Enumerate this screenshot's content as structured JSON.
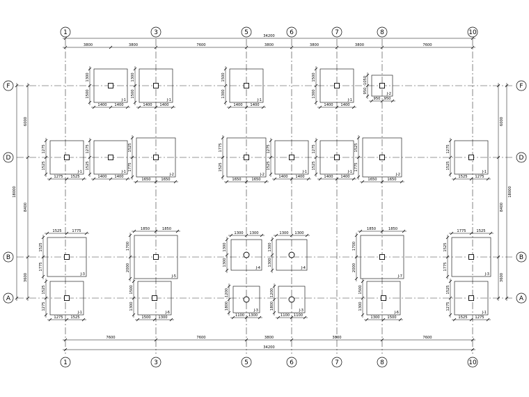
{
  "axes": {
    "columns": [
      "1",
      "3",
      "5",
      "6",
      "7",
      "8",
      "10"
    ],
    "rows": [
      "F",
      "D",
      "B",
      "A"
    ]
  },
  "dimensions": {
    "top_total": "34200",
    "top_segments": [
      "3800",
      "3800",
      "7600",
      "3800",
      "3800",
      "3800",
      "7600"
    ],
    "bottom_total": "34200",
    "bottom_segments": [
      "7600",
      "7600",
      "3800",
      "3800",
      "7600"
    ],
    "left_outer": "18000",
    "left_segments": [
      "6000",
      "8400",
      "3600"
    ],
    "right_outer": "18000",
    "right_segments": [
      "6000",
      "8400",
      "3600"
    ]
  },
  "footings": [
    {
      "id": "f1",
      "label": "J-1",
      "dims_bottom": [
        "1400",
        "1400"
      ],
      "dims_side": [
        "1300",
        "1500"
      ],
      "col": "square"
    },
    {
      "id": "f2",
      "label": "J-1",
      "dims_bottom": [
        "1400",
        "1400"
      ],
      "dims_side": [
        "1300",
        "1500"
      ],
      "col": "square"
    },
    {
      "id": "f3",
      "label": "J-1",
      "dims_bottom": [
        "1400",
        "1400"
      ],
      "dims_side": [
        "1500",
        "1300"
      ],
      "col": "square"
    },
    {
      "id": "f4",
      "label": "J-1",
      "dims_bottom": [
        "1400",
        "1400"
      ],
      "dims_side": [
        "1500",
        "1300"
      ],
      "col": "square"
    },
    {
      "id": "f5",
      "label": "J-2",
      "dims_bottom": [
        "950",
        "950"
      ],
      "dims_side": [
        "1050",
        "950"
      ],
      "col": "square"
    },
    {
      "id": "d1",
      "label": "J-1",
      "dims_bottom": [
        "1275",
        "1525"
      ],
      "dims_side": [
        "1275",
        "1525"
      ],
      "col": "square"
    },
    {
      "id": "d2",
      "label": "J-1",
      "dims_bottom": [
        "1400",
        "1400"
      ],
      "dims_side": [
        "1275",
        "1525"
      ],
      "col": "square"
    },
    {
      "id": "d3",
      "label": "J-2",
      "dims_bottom": [
        "1650",
        "1650"
      ],
      "dims_side": [
        "1525",
        "1775"
      ],
      "col": "square"
    },
    {
      "id": "d4",
      "label": "J-2",
      "dims_bottom": [
        "1650",
        "1650"
      ],
      "dims_side": [
        "1775",
        "1525"
      ],
      "col": "square"
    },
    {
      "id": "d5",
      "label": "J-1",
      "dims_bottom": [
        "1400",
        "1400"
      ],
      "dims_side": [
        "1275",
        "1525"
      ],
      "col": "square"
    },
    {
      "id": "d6",
      "label": "J-1",
      "dims_bottom": [
        "1400",
        "1400"
      ],
      "dims_side": [
        "1275",
        "1525"
      ],
      "col": "square"
    },
    {
      "id": "d7",
      "label": "J-2",
      "dims_bottom": [
        "1650",
        "1650"
      ],
      "dims_side": [
        "1525",
        "1775"
      ],
      "col": "square"
    },
    {
      "id": "d8",
      "label": "J-1",
      "dims_bottom": [
        "1525",
        "1275"
      ],
      "dims_side": [
        "1275",
        "1525"
      ],
      "col": "square"
    },
    {
      "id": "b1",
      "label": "J-3",
      "dims_top": [
        "1525",
        "1775"
      ],
      "dims_side": [
        "1525",
        "1775"
      ],
      "col": "square"
    },
    {
      "id": "b2",
      "label": "J-5",
      "dims_top": [
        "1850",
        "1850"
      ],
      "dims_side": [
        "1700",
        "2000"
      ],
      "col": "square"
    },
    {
      "id": "b3",
      "label": "J-4",
      "dims_top": [
        "1300",
        "1300"
      ],
      "dims_side": [
        "1300",
        "1300"
      ],
      "col": "circle"
    },
    {
      "id": "b4",
      "label": "J-4",
      "dims_top": [
        "1300",
        "1300"
      ],
      "dims_side": [
        "1300",
        "1300"
      ],
      "col": "circle"
    },
    {
      "id": "b5",
      "label": "J-7",
      "dims_top": [
        "1850",
        "1850"
      ],
      "dims_side": [
        "1700",
        "2000"
      ],
      "col": "square"
    },
    {
      "id": "b6",
      "label": "J-3",
      "dims_top": [
        "1775",
        "1525"
      ],
      "dims_side": [
        "1525",
        "1775"
      ],
      "col": "square"
    },
    {
      "id": "a1",
      "label": "J-1",
      "dims_bottom": [
        "1275",
        "1525"
      ],
      "dims_side": [
        "1525",
        "1275"
      ],
      "col": "square"
    },
    {
      "id": "a2",
      "label": "J-6",
      "dims_bottom": [
        "1500",
        "1300"
      ],
      "dims_side": [
        "1500",
        "1300"
      ],
      "col": "square"
    },
    {
      "id": "a3",
      "label": "J-3",
      "dims_bottom": [
        "1100",
        "1300"
      ],
      "dims_side": [
        "1200",
        "1800"
      ],
      "col": "circle"
    },
    {
      "id": "a4",
      "label": "J-3",
      "dims_bottom": [
        "1100",
        "1100"
      ],
      "dims_side": [
        "1200",
        "1800"
      ],
      "col": "circle"
    },
    {
      "id": "a5",
      "label": "J-6",
      "dims_bottom": [
        "1300",
        "1500"
      ],
      "dims_side": [
        "1500",
        "1300"
      ],
      "col": "square"
    },
    {
      "id": "a6",
      "label": "J-1",
      "dims_bottom": [
        "1525",
        "1275"
      ],
      "dims_side": [
        "1525",
        "1275"
      ],
      "col": "square"
    }
  ]
}
